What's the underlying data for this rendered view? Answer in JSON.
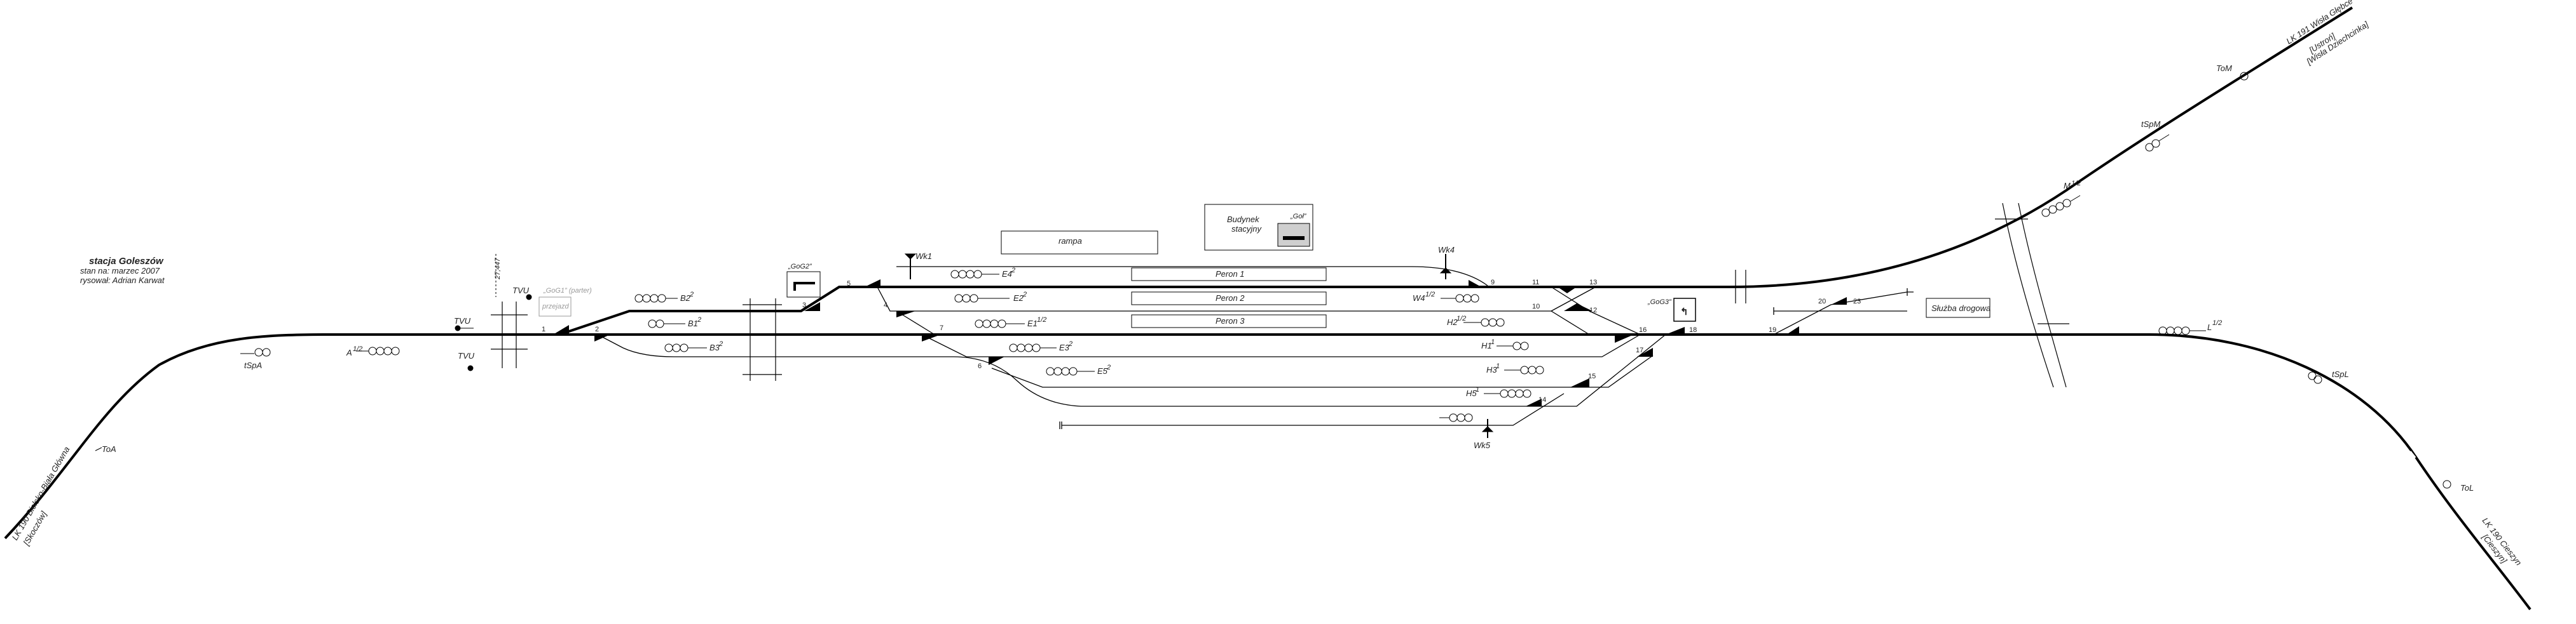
{
  "title_block": {
    "station_name": "stacja Goleszów",
    "state": "stan na: marzec 2007",
    "author": "rysował: Adrian Karwat"
  },
  "buildings": {
    "ramp": "rampa",
    "station_building": [
      "Budynek",
      "stacyjny"
    ],
    "post_gol": "„Goł”",
    "post_go2": "„GoG2”",
    "post_go3": "„GoG3”",
    "track_service": "Służba drogowa",
    "gate_box": [
      "„GoG1” (parter)",
      "przejazd"
    ]
  },
  "platforms": [
    "Peron 1",
    "Peron 2",
    "Peron 3"
  ],
  "km_marker": "27,447",
  "lines": {
    "to_bielsko": [
      "LK 190 Bielsko-Biała Główna",
      "[Skoczów]"
    ],
    "to_wisla": [
      "LK 191 Wisła Głębce",
      "[Ustroń]",
      "[Wisła Dziechcinka]"
    ],
    "to_cieszyn": [
      "LK 190 Cieszyn",
      "[Cieszyn]"
    ]
  },
  "signals": {
    "tvu": "TVU",
    "a": "A",
    "a_sup": "1/2",
    "b2": "B2",
    "b1": "B1",
    "b3": "B3",
    "b_sup": "2",
    "e4": "E4",
    "e2": "E2",
    "e1": "E1",
    "e3": "E3",
    "e5": "E5",
    "e_sup": "2",
    "e1_sup": "1/2",
    "w4": "W4",
    "w4_sup": "1/2",
    "h2": "H2",
    "h1": "H1",
    "h3": "H3",
    "h5": "H5",
    "h_sup": "1",
    "h2_sup": "1/2",
    "m": "M",
    "m_sup": "1/2",
    "l": "L",
    "l_sup": "1/2",
    "tom": "ToM",
    "tospm": "tSpM",
    "tospa": "tSpA",
    "toa": "ToA",
    "tospl": "tSpL",
    "tol": "ToL"
  },
  "derails": {
    "wk1": "Wk1",
    "wk4": "Wk4",
    "wk5": "Wk5"
  },
  "switches": [
    "1",
    "2",
    "3",
    "4",
    "5",
    "6",
    "7",
    "9",
    "10",
    "11",
    "12",
    "13",
    "14",
    "15",
    "16",
    "17",
    "18",
    "19",
    "20",
    "23"
  ]
}
